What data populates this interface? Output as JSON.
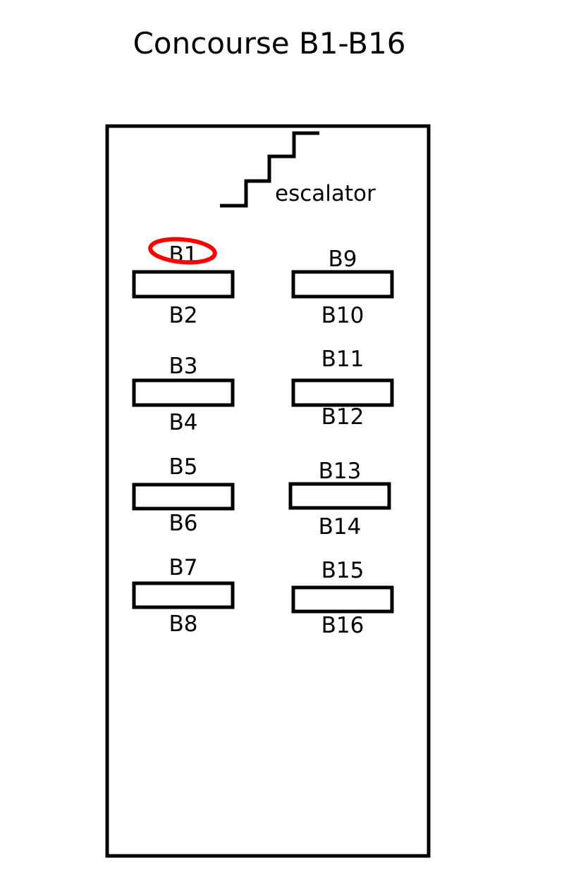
{
  "title": "Concourse B1-B16",
  "escalator_label": "escalator",
  "highlighted_gate": "B1",
  "highlight_color": "#ff0000",
  "gates": [
    "B1",
    "B2",
    "B3",
    "B4",
    "B5",
    "B6",
    "B7",
    "B8",
    "B9",
    "B10",
    "B11",
    "B12",
    "B13",
    "B14",
    "B15",
    "B16"
  ]
}
